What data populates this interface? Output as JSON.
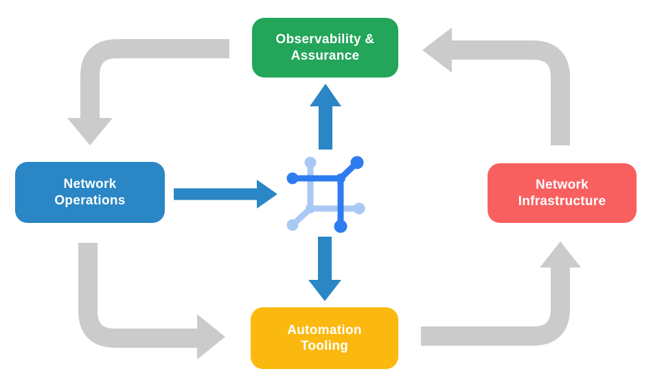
{
  "text_color": "#FFFFFF",
  "nodes": [
    {
      "id": "observability-assurance",
      "line1": "Observability &",
      "line2": "Assurance",
      "color": "#23A55A"
    },
    {
      "id": "network-operations",
      "line1": "Network",
      "line2": "Operations",
      "color": "#2A86C5"
    },
    {
      "id": "network-infrastructure",
      "line1": "Network",
      "line2": "Infrastructure",
      "color": "#F86060"
    },
    {
      "id": "automation-tooling",
      "line1": "Automation",
      "line2": "Tooling",
      "color": "#FBB90F"
    }
  ],
  "icon": {
    "name": "network-automation-icon",
    "primary": "#2E7CF0",
    "secondary": "#A9C9F4"
  },
  "arrows": {
    "cycle_color": "#CBCBCB",
    "flow_color": "#2A86C5",
    "cycle": [
      {
        "from": "observability-assurance",
        "to": "network-operations"
      },
      {
        "from": "network-operations",
        "to": "automation-tooling"
      },
      {
        "from": "automation-tooling",
        "to": "network-infrastructure"
      },
      {
        "from": "network-infrastructure",
        "to": "observability-assurance"
      }
    ],
    "flow": [
      {
        "from": "network-operations",
        "to": "center-icon"
      },
      {
        "from": "center-icon",
        "to": "observability-assurance"
      },
      {
        "from": "center-icon",
        "to": "automation-tooling"
      }
    ]
  }
}
